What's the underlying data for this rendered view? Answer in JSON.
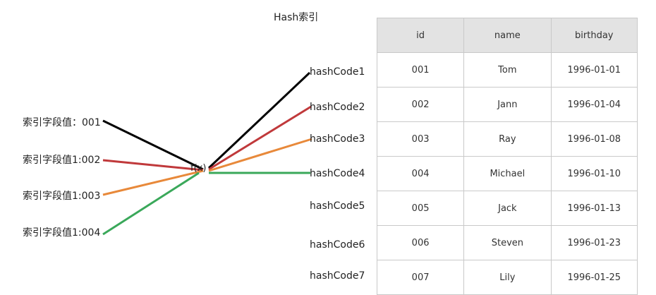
{
  "title": "Hash索引",
  "function_label": "f(x)",
  "index_values": [
    "索引字段值：001",
    "索引字段值1:002",
    "索引字段值1:003",
    "索引字段值1:004"
  ],
  "hash_codes": [
    "hashCode1",
    "hashCode2",
    "hashCode3",
    "hashCode4",
    "hashCode5",
    "hashCode6",
    "hashCode7"
  ],
  "line_colors": {
    "black": "#000000",
    "red": "#c0393b",
    "orange": "#e8893a",
    "green": "#3aa85a"
  },
  "table": {
    "headers": [
      "id",
      "name",
      "birthday"
    ],
    "rows": [
      [
        "001",
        "Tom",
        "1996-01-01"
      ],
      [
        "002",
        "Jann",
        "1996-01-04"
      ],
      [
        "003",
        "Ray",
        "1996-01-08"
      ],
      [
        "004",
        "Michael",
        "1996-01-10"
      ],
      [
        "005",
        "Jack",
        "1996-01-13"
      ],
      [
        "006",
        "Steven",
        "1996-01-23"
      ],
      [
        "007",
        "Lily",
        "1996-01-25"
      ]
    ]
  }
}
